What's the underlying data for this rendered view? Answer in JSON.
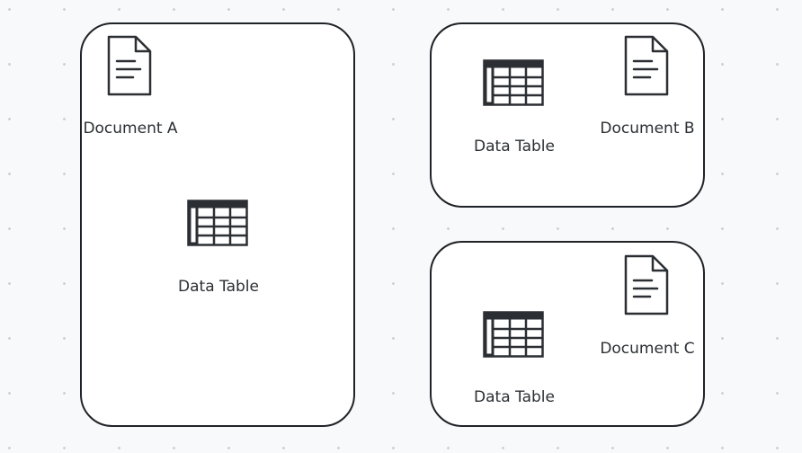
{
  "diagram": {
    "groups": [
      {
        "name": "group-a",
        "document": {
          "icon": "document-icon",
          "label": "Document A"
        },
        "table": {
          "icon": "table-icon",
          "label": "Data Table"
        }
      },
      {
        "name": "group-b",
        "document": {
          "icon": "document-icon",
          "label": "Document B"
        },
        "table": {
          "icon": "table-icon",
          "label": "Data Table"
        }
      },
      {
        "name": "group-c",
        "document": {
          "icon": "document-icon",
          "label": "Document C"
        },
        "table": {
          "icon": "table-icon",
          "label": "Data Table"
        }
      }
    ]
  }
}
